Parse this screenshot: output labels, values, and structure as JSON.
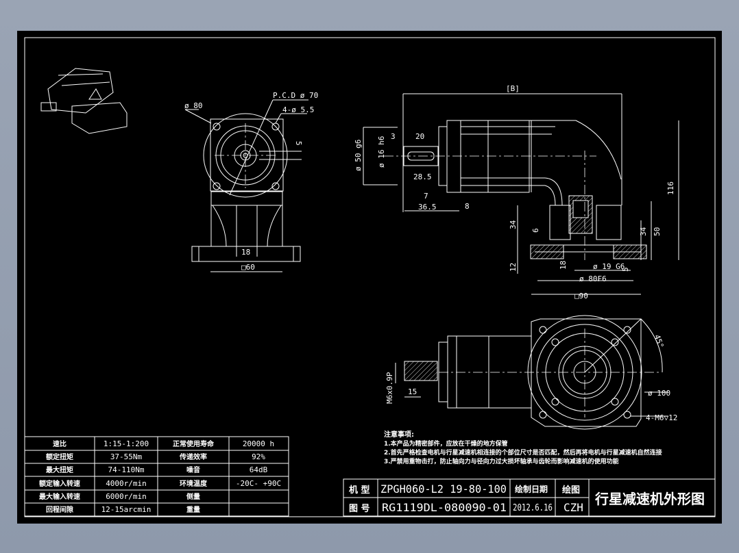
{
  "specs_table": {
    "rows": [
      {
        "label_left": "速比",
        "value_left": "1:15-1:200",
        "label_right": "正常使用寿命",
        "value_right": "20000 h"
      },
      {
        "label_left": "额定扭矩",
        "value_left": "37-55Nm",
        "label_right": "传递效率",
        "value_right": "92%"
      },
      {
        "label_left": "最大扭矩",
        "value_left": "74-110Nm",
        "label_right": "噪音",
        "value_right": "64dB"
      },
      {
        "label_left": "额定输入转速",
        "value_left": "4000r/min",
        "label_right": "环境温度",
        "value_right": "-20C- +90C"
      },
      {
        "label_left": "最大输入转速",
        "value_left": "6000r/min",
        "label_right": "侧量",
        "value_right": ""
      },
      {
        "label_left": "回程间隙",
        "value_left": "12-15arcmin",
        "label_right": "重量",
        "value_right": ""
      }
    ]
  },
  "notes": {
    "title": "注意事项:",
    "items": [
      "1.本产品为精密部件，应放在干燥的地方保管",
      "2.首先严格检查电机与行星减速机相连接的个部位尺寸是否匹配，然后再将电机与行星减速机自然连接",
      "3.严禁用重物击打，防止轴向力与径向力过大损坏轴承与齿轮而影响减速机的使用功能"
    ]
  },
  "title_block": {
    "model_label": "机 型",
    "model_value": "ZPGH060-L2 19-80-100",
    "date_label": "绘制日期",
    "drawing_no_label": "图 号",
    "drawing_no_value": "RG1119DL-080090-01",
    "date_value": "2012.6.16",
    "drawer_label": "绘图",
    "drawer_value": "CZH",
    "title": "行星减速机外形图"
  },
  "front_view": {
    "d80": "ø 80",
    "pcd": "P.C.D  ø 70",
    "holes": "4-ø 5.5",
    "key5": "5",
    "w18": "18",
    "sq60": "□60"
  },
  "side_view": {
    "lb": "[B]",
    "d50": "ø 50 g6",
    "d16": "ø 16 h6",
    "d3": "3",
    "d20": "20",
    "d285": "28.5",
    "d7": "7",
    "d365": "36.5",
    "d8": "8",
    "h116": "116",
    "h34a": "34",
    "h6": "6",
    "h12": "12",
    "h18": "18",
    "d19": "ø 19 G6",
    "d5": "5",
    "d80f": "ø 80F6",
    "h34b": "34",
    "h50": "50"
  },
  "bottom_view": {
    "sq90": "□90",
    "ang": "45°",
    "d100": "ø 100",
    "tap": "4-M6▽12",
    "m6": "M6x0.9P",
    "d15": "15"
  }
}
